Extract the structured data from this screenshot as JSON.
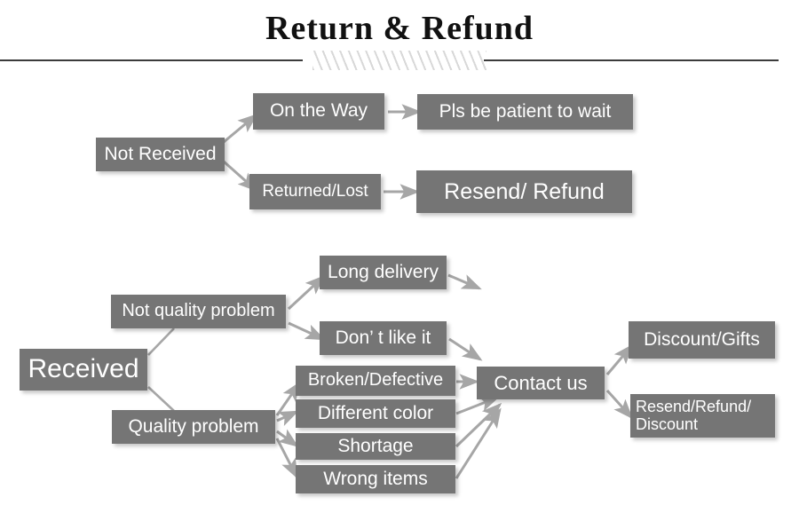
{
  "header": {
    "title": "Return & Refund",
    "divider_hatch": "diagonal-hatch-ornament"
  },
  "colors": {
    "box_fill": "#757575",
    "box_text": "#ffffff",
    "rule": "#3c3c3c",
    "arrow": "#a6a6a6",
    "hatch": "#d8d8d8",
    "page_bg": "#ffffff"
  },
  "flow": {
    "not_received": {
      "root": "Not Received",
      "branches": [
        {
          "condition": "On the Way",
          "outcome": "Pls be patient to wait"
        },
        {
          "condition": "Returned/Lost",
          "outcome": "Resend/ Refund"
        }
      ]
    },
    "received": {
      "root": "Received",
      "categories": [
        {
          "label": "Not quality problem",
          "reasons": [
            "Long delivery",
            "Don’  t like it"
          ]
        },
        {
          "label": "Quality problem",
          "reasons": [
            "Broken/Defective",
            "Different color",
            "Shortage",
            "Wrong items"
          ]
        }
      ],
      "hub": "Contact us",
      "resolutions": [
        "Discount/Gifts",
        "Resend/Refund/\nDiscount"
      ]
    }
  }
}
